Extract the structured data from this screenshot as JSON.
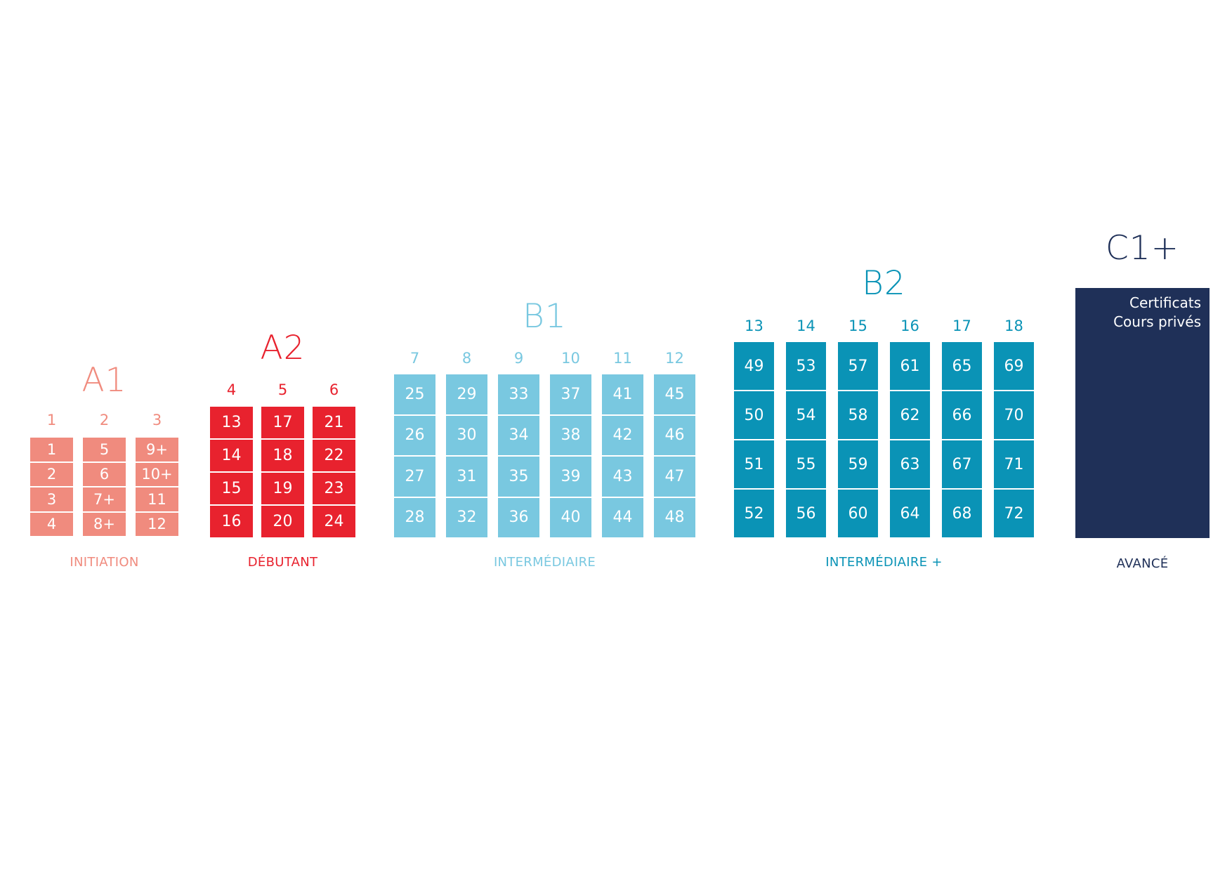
{
  "groups": [
    {
      "id": "a1",
      "title": "A1",
      "label": "INITIATION",
      "color": "#f08b7e",
      "text_color": "#f08b7e",
      "columns": [
        {
          "header": "1",
          "cells": [
            "1",
            "2",
            "3",
            "4"
          ]
        },
        {
          "header": "2",
          "cells": [
            "5",
            "6",
            "7+",
            "8+"
          ]
        },
        {
          "header": "3",
          "cells": [
            "9+",
            "10+",
            "11",
            "12"
          ]
        }
      ]
    },
    {
      "id": "a2",
      "title": "A2",
      "label": "DÉBUTANT",
      "color": "#e8222e",
      "text_color": "#e8222e",
      "columns": [
        {
          "header": "4",
          "cells": [
            "13",
            "14",
            "15",
            "16"
          ]
        },
        {
          "header": "5",
          "cells": [
            "17",
            "18",
            "19",
            "20"
          ]
        },
        {
          "header": "6",
          "cells": [
            "21",
            "22",
            "23",
            "24"
          ]
        }
      ]
    },
    {
      "id": "b1",
      "title": "B1",
      "label": "INTERMÉDIAIRE",
      "color": "#79c8e0",
      "text_color": "#79c8e0",
      "columns": [
        {
          "header": "7",
          "cells": [
            "25",
            "26",
            "27",
            "28"
          ]
        },
        {
          "header": "8",
          "cells": [
            "29",
            "30",
            "31",
            "32"
          ]
        },
        {
          "header": "9",
          "cells": [
            "33",
            "34",
            "35",
            "36"
          ]
        },
        {
          "header": "10",
          "cells": [
            "37",
            "38",
            "39",
            "40"
          ]
        },
        {
          "header": "11",
          "cells": [
            "41",
            "42",
            "43",
            "44"
          ]
        },
        {
          "header": "12",
          "cells": [
            "45",
            "46",
            "47",
            "48"
          ]
        }
      ]
    },
    {
      "id": "b2",
      "title": "B2",
      "label": "INTERMÉDIAIRE +",
      "color": "#0a93b6",
      "text_color": "#0a93b6",
      "columns": [
        {
          "header": "13",
          "cells": [
            "49",
            "50",
            "51",
            "52"
          ]
        },
        {
          "header": "14",
          "cells": [
            "53",
            "54",
            "55",
            "56"
          ]
        },
        {
          "header": "15",
          "cells": [
            "57",
            "58",
            "59",
            "60"
          ]
        },
        {
          "header": "16",
          "cells": [
            "61",
            "62",
            "63",
            "64"
          ]
        },
        {
          "header": "17",
          "cells": [
            "65",
            "66",
            "67",
            "68"
          ]
        },
        {
          "header": "18",
          "cells": [
            "69",
            "70",
            "71",
            "72"
          ]
        }
      ]
    }
  ],
  "c1": {
    "title": "C1+",
    "line1": "Certificats",
    "line2": "Cours privés",
    "label": "AVANCÉ",
    "color": "#1f3058"
  }
}
